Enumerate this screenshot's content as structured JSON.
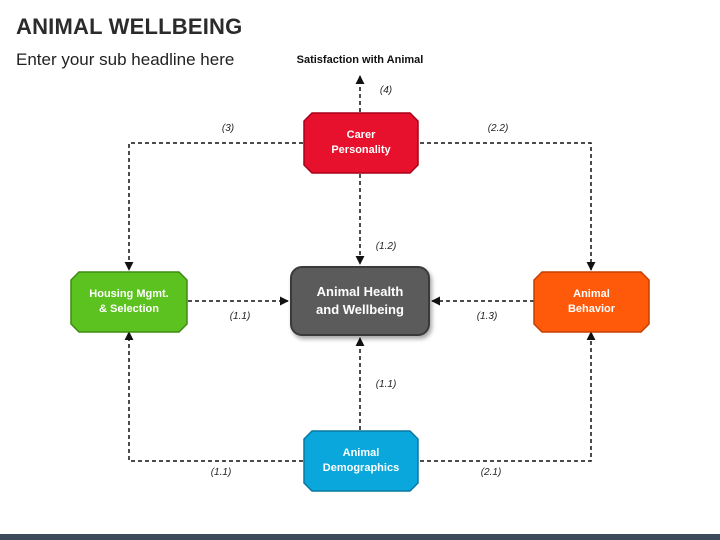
{
  "header": {
    "title": "ANIMAL WELLBEING",
    "subtitle": "Enter your sub headline here"
  },
  "diagram": {
    "top_label": "Satisfaction with Animal",
    "nodes": {
      "carer": {
        "line1": "Carer",
        "line2": "Personality",
        "color": "#e8112d"
      },
      "housing": {
        "line1": "Housing Mgmt.",
        "line2": "& Selection",
        "color": "#5cc21f"
      },
      "center": {
        "line1": "Animal Health",
        "line2": "and Wellbeing",
        "color": "#5b5b5b"
      },
      "behavior": {
        "line1": "Animal",
        "line2": "Behavior",
        "color": "#ff5a0a"
      },
      "demographics": {
        "line1": "Animal",
        "line2": "Demographics",
        "color": "#0aa7dc"
      }
    },
    "edge_labels": {
      "top": "(4)",
      "left_top": "(3)",
      "right_top": "(2.2)",
      "carer_center": "(1.2)",
      "housing_center": "(1.1)",
      "behavior_center": "(1.3)",
      "demo_center": "(1.1)",
      "left_bottom": "(1.1)",
      "right_bottom": "(2.1)"
    }
  }
}
